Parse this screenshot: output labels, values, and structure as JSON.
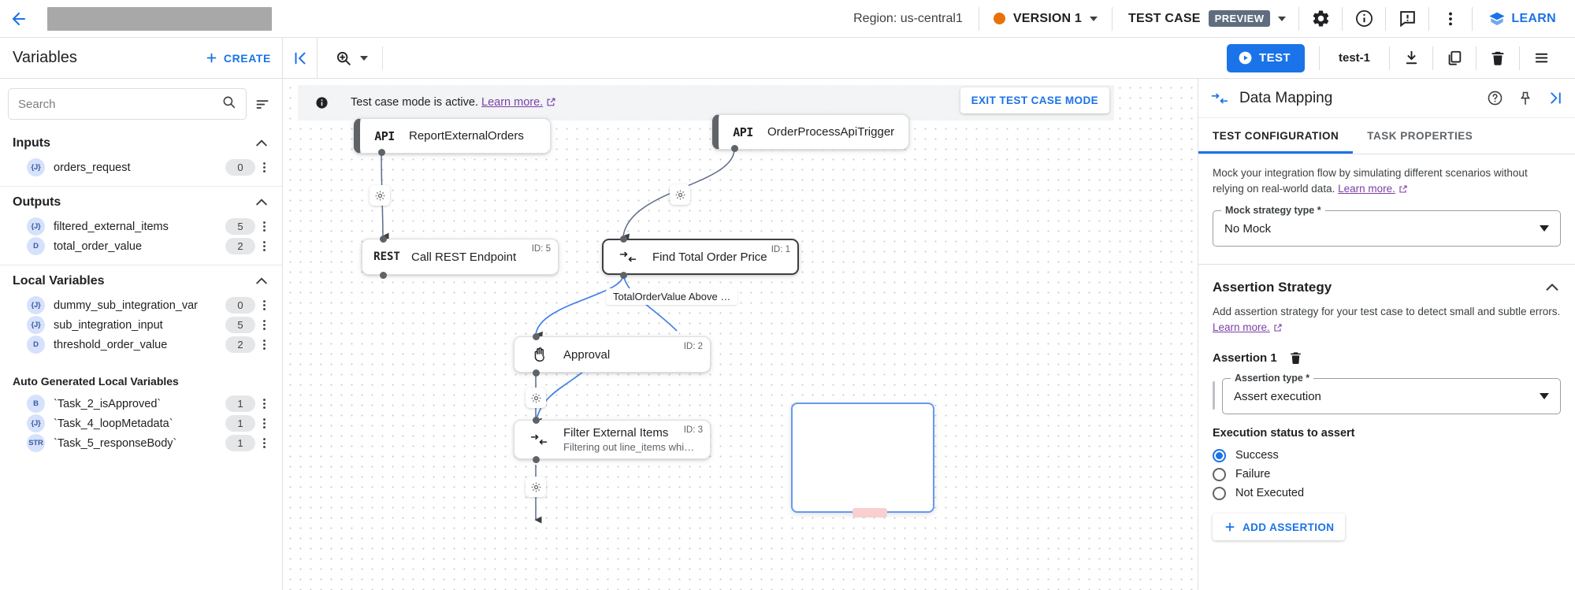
{
  "header": {
    "back_icon": "back-arrow-icon",
    "redacted_title": "",
    "region": "Region: us-central1",
    "version": "VERSION 1",
    "test_case_label": "TEST CASE",
    "preview_badge": "PREVIEW",
    "settings_icon": "gear-icon",
    "info_icon": "info-icon",
    "feedback_icon": "feedback-icon",
    "overflow_icon": "more-vert-icon",
    "learn_label": "LEARN",
    "version_dot_color": "#e8710a",
    "accent_color": "#1a73e8"
  },
  "subbar": {
    "variables_title": "Variables",
    "create_label": "CREATE",
    "collapse_icon": "collapse-left-icon",
    "zoom_icon": "zoom-in-icon",
    "test_label": "TEST",
    "test_name": "test-1",
    "download_icon": "download-icon",
    "copy_icon": "copy-icon",
    "delete_icon": "trash-icon",
    "menu_icon": "list-menu-icon"
  },
  "sidebar": {
    "search_placeholder": "Search",
    "search_value": "",
    "search_icon": "search-icon",
    "sort_icon": "sort-icon",
    "groups": [
      {
        "title": "Inputs",
        "collapsible": true,
        "items": [
          {
            "type": "{J}",
            "name": "orders_request",
            "count": "0"
          }
        ]
      },
      {
        "title": "Outputs",
        "collapsible": true,
        "items": [
          {
            "type": "{J}",
            "name": "filtered_external_items",
            "count": "5"
          },
          {
            "type": "D",
            "name": "total_order_value",
            "count": "2"
          }
        ]
      },
      {
        "title": "Local Variables",
        "collapsible": true,
        "items": [
          {
            "type": "{J}",
            "name": "dummy_sub_integration_var",
            "count": "0"
          },
          {
            "type": "{J}",
            "name": "sub_integration_input",
            "count": "5"
          },
          {
            "type": "D",
            "name": "threshold_order_value",
            "count": "2"
          }
        ]
      },
      {
        "title": "Auto Generated Local Variables",
        "collapsible": false,
        "items": [
          {
            "type": "B",
            "name": "`Task_2_isApproved`",
            "count": "1"
          },
          {
            "type": "{J}",
            "name": "`Task_4_loopMetadata`",
            "count": "1"
          },
          {
            "type": "STR",
            "name": "`Task_5_responseBody`",
            "count": "1"
          }
        ]
      }
    ]
  },
  "canvas": {
    "banner_icon": "info-icon",
    "banner_text": "Test case mode is active.",
    "banner_link": "Learn more.",
    "exit_label": "EXIT TEST CASE MODE",
    "nodes": [
      {
        "icon": "API",
        "icon_name": "api-icon",
        "title": "ReportExternalOrders",
        "subtitle": "",
        "id_label": "",
        "trigger": true,
        "selected": false
      },
      {
        "icon": "API",
        "icon_name": "api-icon",
        "title": "OrderProcessApiTrigger",
        "subtitle": "",
        "id_label": "",
        "trigger": true,
        "selected": false
      },
      {
        "icon": "REST",
        "icon_name": "rest-icon",
        "title": "Call REST Endpoint",
        "subtitle": "",
        "id_label": "ID: 5",
        "trigger": false,
        "selected": false
      },
      {
        "icon": "MAP",
        "icon_name": "data-mapping-icon",
        "title": "Find Total Order Price",
        "subtitle": "",
        "id_label": "ID: 1",
        "trigger": false,
        "selected": true
      },
      {
        "icon": "HAND",
        "icon_name": "approval-hand-icon",
        "title": "Approval",
        "subtitle": "",
        "id_label": "ID: 2",
        "trigger": false,
        "selected": false
      },
      {
        "icon": "MAP",
        "icon_name": "data-mapping-icon",
        "title": "Filter External Items",
        "subtitle": "Filtering out line_items whi…",
        "id_label": "ID: 3",
        "trigger": false,
        "selected": false
      }
    ],
    "edge_label": "TotalOrderValue Above …"
  },
  "rightpanel": {
    "panel_icon": "data-mapping-icon",
    "title": "Data Mapping",
    "help_icon": "help-circle-icon",
    "pin_icon": "pin-icon",
    "expand_icon": "expand-right-icon",
    "tabs": [
      {
        "label": "TEST CONFIGURATION",
        "active": true
      },
      {
        "label": "TASK PROPERTIES",
        "active": false
      }
    ],
    "mock_desc": "Mock your integration flow by simulating different scenarios without relying on real-world data.",
    "mock_link": "Learn more.",
    "mock_field_label": "Mock strategy type *",
    "mock_field_value": "No Mock",
    "assertion_section_title": "Assertion Strategy",
    "assertion_desc": "Add assertion strategy for your test case to detect small and subtle errors.",
    "assertion_link": "Learn more.",
    "assertion_item_label": "Assertion 1",
    "assertion_delete_icon": "trash-icon",
    "assertion_type_label": "Assertion type *",
    "assertion_type_value": "Assert execution",
    "exec_status_title": "Execution status to assert",
    "radios": [
      {
        "label": "Success",
        "selected": true
      },
      {
        "label": "Failure",
        "selected": false
      },
      {
        "label": "Not Executed",
        "selected": false
      }
    ],
    "add_assertion_label": "ADD ASSERTION"
  }
}
